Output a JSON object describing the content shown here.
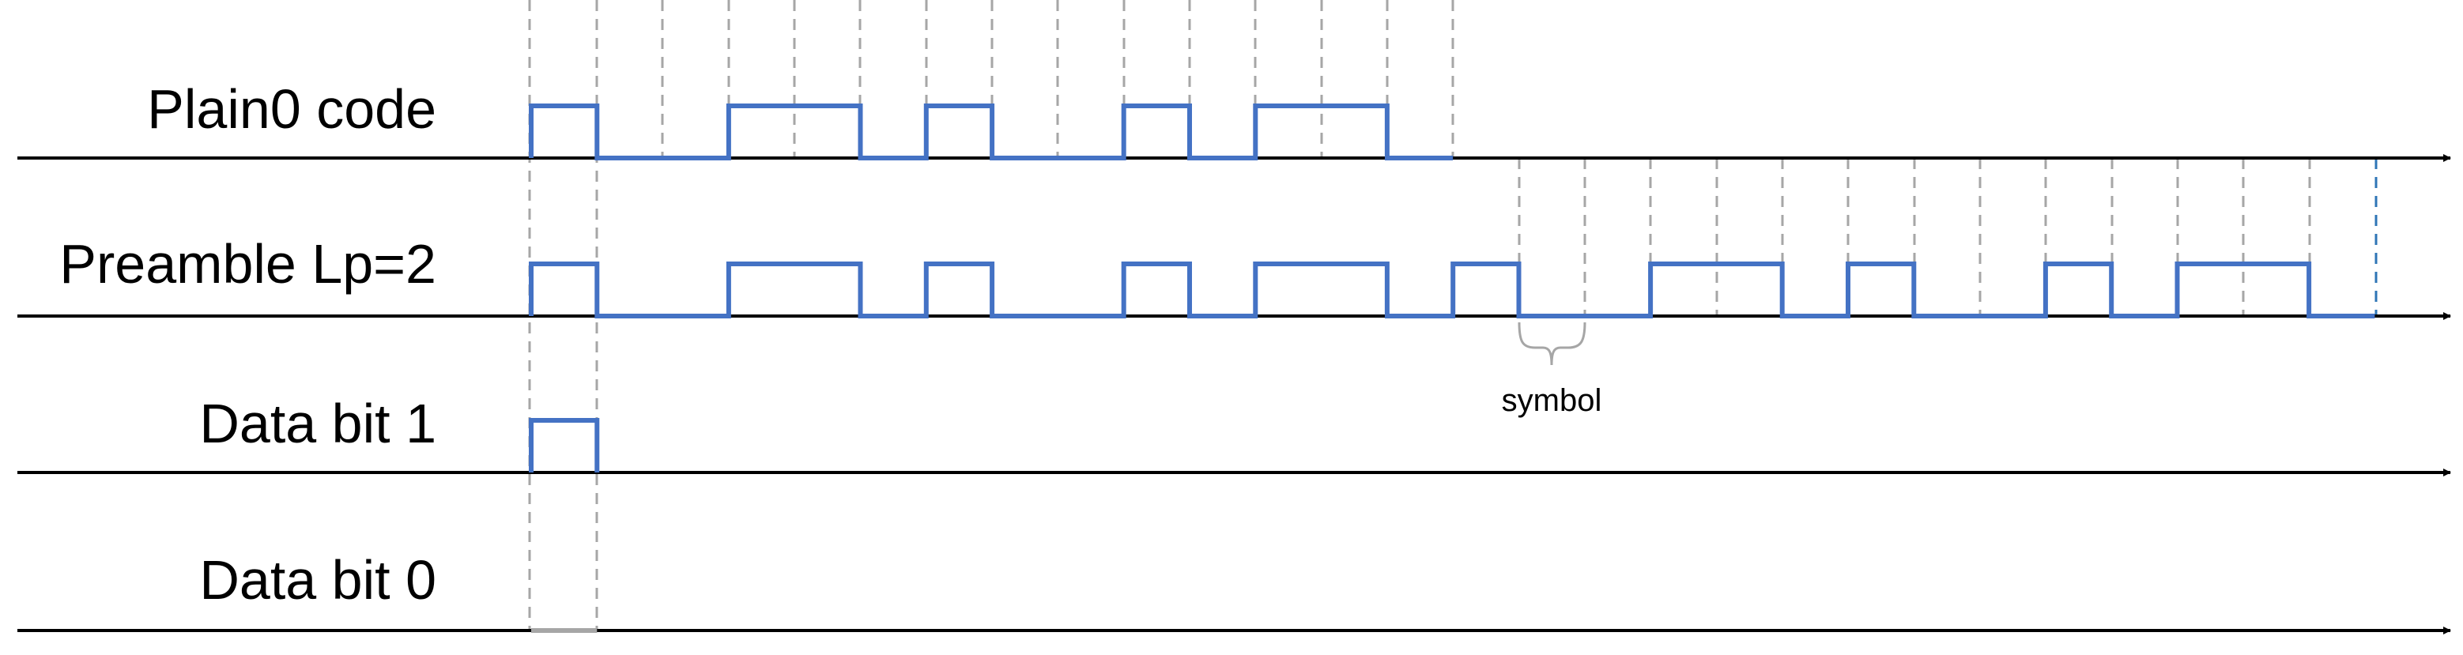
{
  "rows": [
    {
      "label": "Plain0 code",
      "bits": [
        1,
        0,
        0,
        1,
        1,
        0,
        1,
        0,
        0,
        1,
        0,
        1,
        1,
        0
      ]
    },
    {
      "label": "Preamble Lp=2",
      "bits": [
        1,
        0,
        0,
        1,
        1,
        0,
        1,
        0,
        0,
        1,
        0,
        1,
        1,
        0,
        1,
        0,
        0,
        1,
        1,
        0,
        1,
        0,
        0,
        1,
        0,
        1,
        1,
        0
      ]
    },
    {
      "label": "Data bit 1",
      "bits": [
        1
      ]
    },
    {
      "label": "Data bit 0",
      "bits": [
        0
      ]
    }
  ],
  "annotation": {
    "label": "symbol"
  },
  "colors": {
    "signal": "#4472c4",
    "axis": "#000000",
    "grid": "#a6a6a6",
    "marker": "#2e75b6",
    "brace": "#a6a6a6"
  }
}
